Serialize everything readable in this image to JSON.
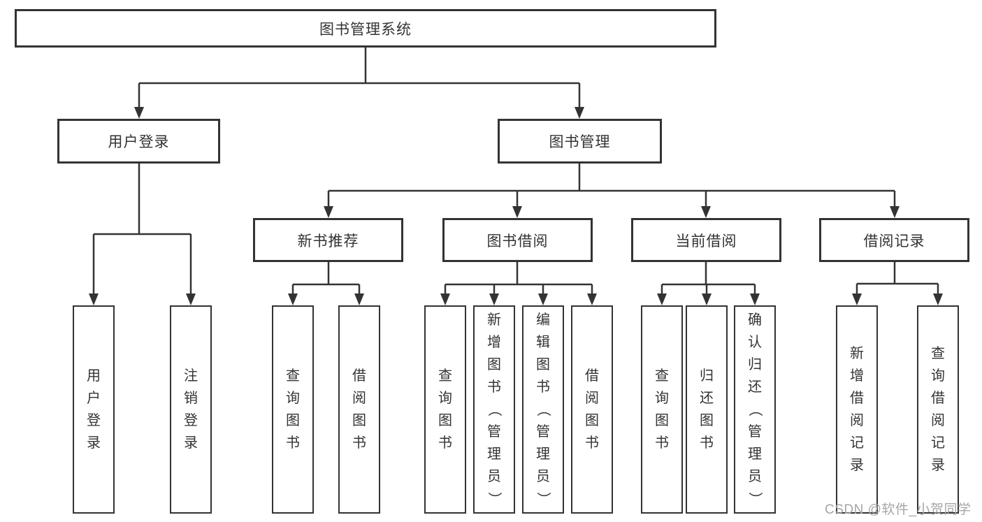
{
  "diagram": {
    "title": "图书管理系统",
    "branches": {
      "user_login": "用户登录",
      "book_mgmt": "图书管理"
    },
    "modules": {
      "new_book": "新书推荐",
      "book_borrow": "图书借阅",
      "current_borrow": "当前借阅",
      "borrow_record": "借阅记录"
    },
    "leaves": {
      "login": "用户登录",
      "logout": "注销登录",
      "nb_query_book": "查询图书",
      "nb_borrow_book": "借阅图书",
      "bb_query_book": "查询图书",
      "bb_add_book": "新增图书（管理员）",
      "bb_edit_book": "编辑图书（管理员）",
      "bb_borrow_book": "借阅图书",
      "cb_query_book": "查询图书",
      "cb_return_book": "归还图书",
      "cb_confirm_return": "确认归还（管理员）",
      "br_add_record": "新增借阅记录",
      "br_query_record": "查询借阅记录"
    },
    "line_color": "#333333"
  },
  "watermark": {
    "text": "CSDN @软件_小贺同学",
    "color": "#a6a6a6"
  }
}
